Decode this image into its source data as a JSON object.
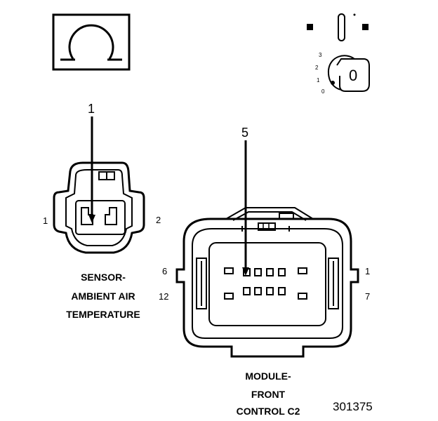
{
  "callouts": {
    "sensor": "1",
    "module": "5"
  },
  "sensor_connector": {
    "pin_left": "1",
    "pin_right": "2",
    "label_lines": [
      "SENSOR-",
      "AMBIENT AIR",
      "TEMPERATURE"
    ]
  },
  "module_connector": {
    "pin_top_left": "6",
    "pin_bottom_left": "12",
    "pin_top_right": "1",
    "pin_bottom_right": "7",
    "label_lines": [
      "MODULE-",
      "FRONT",
      "CONTROL C2"
    ]
  },
  "ignition_switch": {
    "positions": [
      "3",
      "2",
      "1",
      "0"
    ],
    "key_label": "0"
  },
  "figure_number": "301375",
  "icons": {
    "meter": "ohm-symbol-icon",
    "ignition": "ignition-key-icon",
    "probe": "probe-arrow-icon"
  },
  "colors": {
    "line": "#000000",
    "background": "#ffffff"
  }
}
